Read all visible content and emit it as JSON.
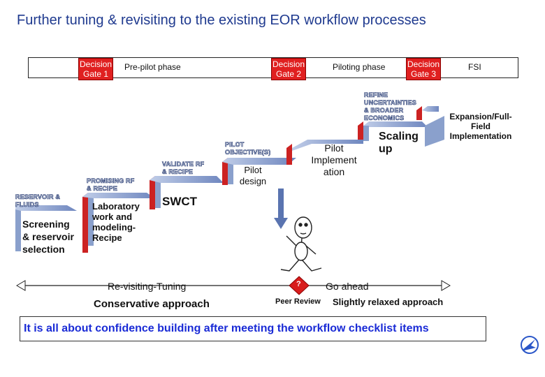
{
  "title": "Further tuning & revisiting to the existing EOR workflow processes",
  "timeline": {
    "gates": [
      {
        "label_line1": "Decision",
        "label_line2": "Gate 1"
      },
      {
        "label_line1": "Decision",
        "label_line2": "Gate 2"
      },
      {
        "label_line1": "Decision",
        "label_line2": "Gate 3"
      }
    ],
    "phases": [
      "Pre-pilot phase",
      "Piloting phase",
      "FSI"
    ]
  },
  "steps": {
    "reservoir_fluids": [
      "RESERVOIR &",
      "FLUIDS"
    ],
    "promising_rf": [
      "PROMISING RF",
      "& RECIPE"
    ],
    "validate_rf": [
      "VALIDATE RF",
      "& RECIPE"
    ],
    "pilot_objectives": [
      "PILOT",
      "OBJECTIVE(S)"
    ],
    "refine": [
      "REFINE",
      "UNCERTAINTIES",
      "& BROADER",
      "ECONOMICS"
    ],
    "expansion": [
      "Expansion/Full-",
      "Field",
      "Implementation"
    ]
  },
  "boxes": {
    "screening": [
      "Screening",
      "& reservoir",
      "selection"
    ],
    "laboratory": [
      "Laboratory",
      "work and",
      "modeling-",
      "Recipe"
    ],
    "swct": "SWCT",
    "pilot_design": [
      "Pilot",
      "design"
    ],
    "pilot_implementation": [
      "Pilot",
      "Implement",
      "ation"
    ],
    "scaling_up": [
      "Scaling",
      "up"
    ]
  },
  "bottom": {
    "revisiting": "Re-visiting-Tuning",
    "conservative": "Conservative approach",
    "question": "?",
    "go_ahead": "Go ahead",
    "peer_review": "Peer Review",
    "relaxed": "Slightly relaxed approach"
  },
  "banner": "It is all about confidence building after meeting the workflow checklist items",
  "colors": {
    "gate": "#e02020",
    "step_bar": "#8aa0cc",
    "step_fill": "#ffffff",
    "arrow_fill": "#6a80b8",
    "red_corner": "#cc2222",
    "title": "#1f3a8f",
    "banner_text": "#1a2bd6"
  }
}
